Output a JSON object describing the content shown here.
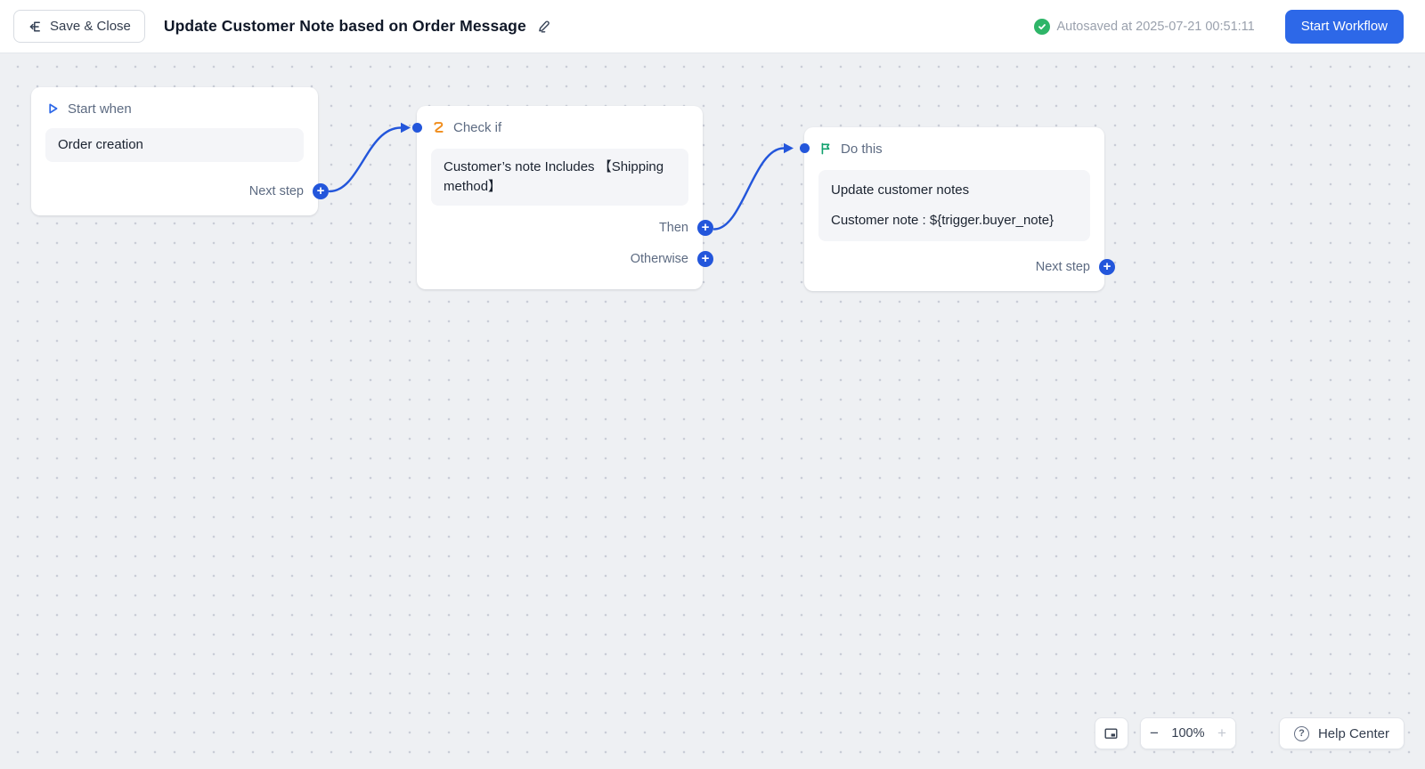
{
  "topbar": {
    "save_close_label": "Save & Close",
    "title": "Update Customer Note based on Order Message",
    "autosave_status": "Autosaved at 2025-07-21 00:51:11",
    "start_workflow_label": "Start Workflow"
  },
  "cards": {
    "trigger": {
      "header": "Start when",
      "content": "Order creation",
      "next_label": "Next step"
    },
    "condition": {
      "header": "Check if",
      "content": "Customer’s note Includes 【Shipping method】",
      "then_label": "Then",
      "otherwise_label": "Otherwise"
    },
    "action": {
      "header": "Do this",
      "content_title": "Update customer notes",
      "content_value": "Customer note : ${trigger.buyer_note}",
      "next_label": "Next step"
    }
  },
  "controls": {
    "zoom_out_label": "−",
    "zoom_level": "100%",
    "zoom_in_label": "+",
    "help_label": "Help Center"
  },
  "icons": {
    "save_close": "exit-left-icon",
    "title_edit": "pencil-icon",
    "autosave": "check-circle-icon",
    "trigger": "play-icon",
    "condition": "branch-icon",
    "action": "flag-icon",
    "connector": "plus-icon",
    "fit": "fit-view-icon",
    "help": "question-circle-icon"
  },
  "colors": {
    "accent_blue": "#2d68e8",
    "connector_blue": "#2356db",
    "success_green": "#2eb568",
    "branch_orange": "#f08c1a",
    "flag_green": "#10a06d",
    "canvas_bg": "#eef0f3",
    "content_box_bg": "#f4f5f8"
  }
}
